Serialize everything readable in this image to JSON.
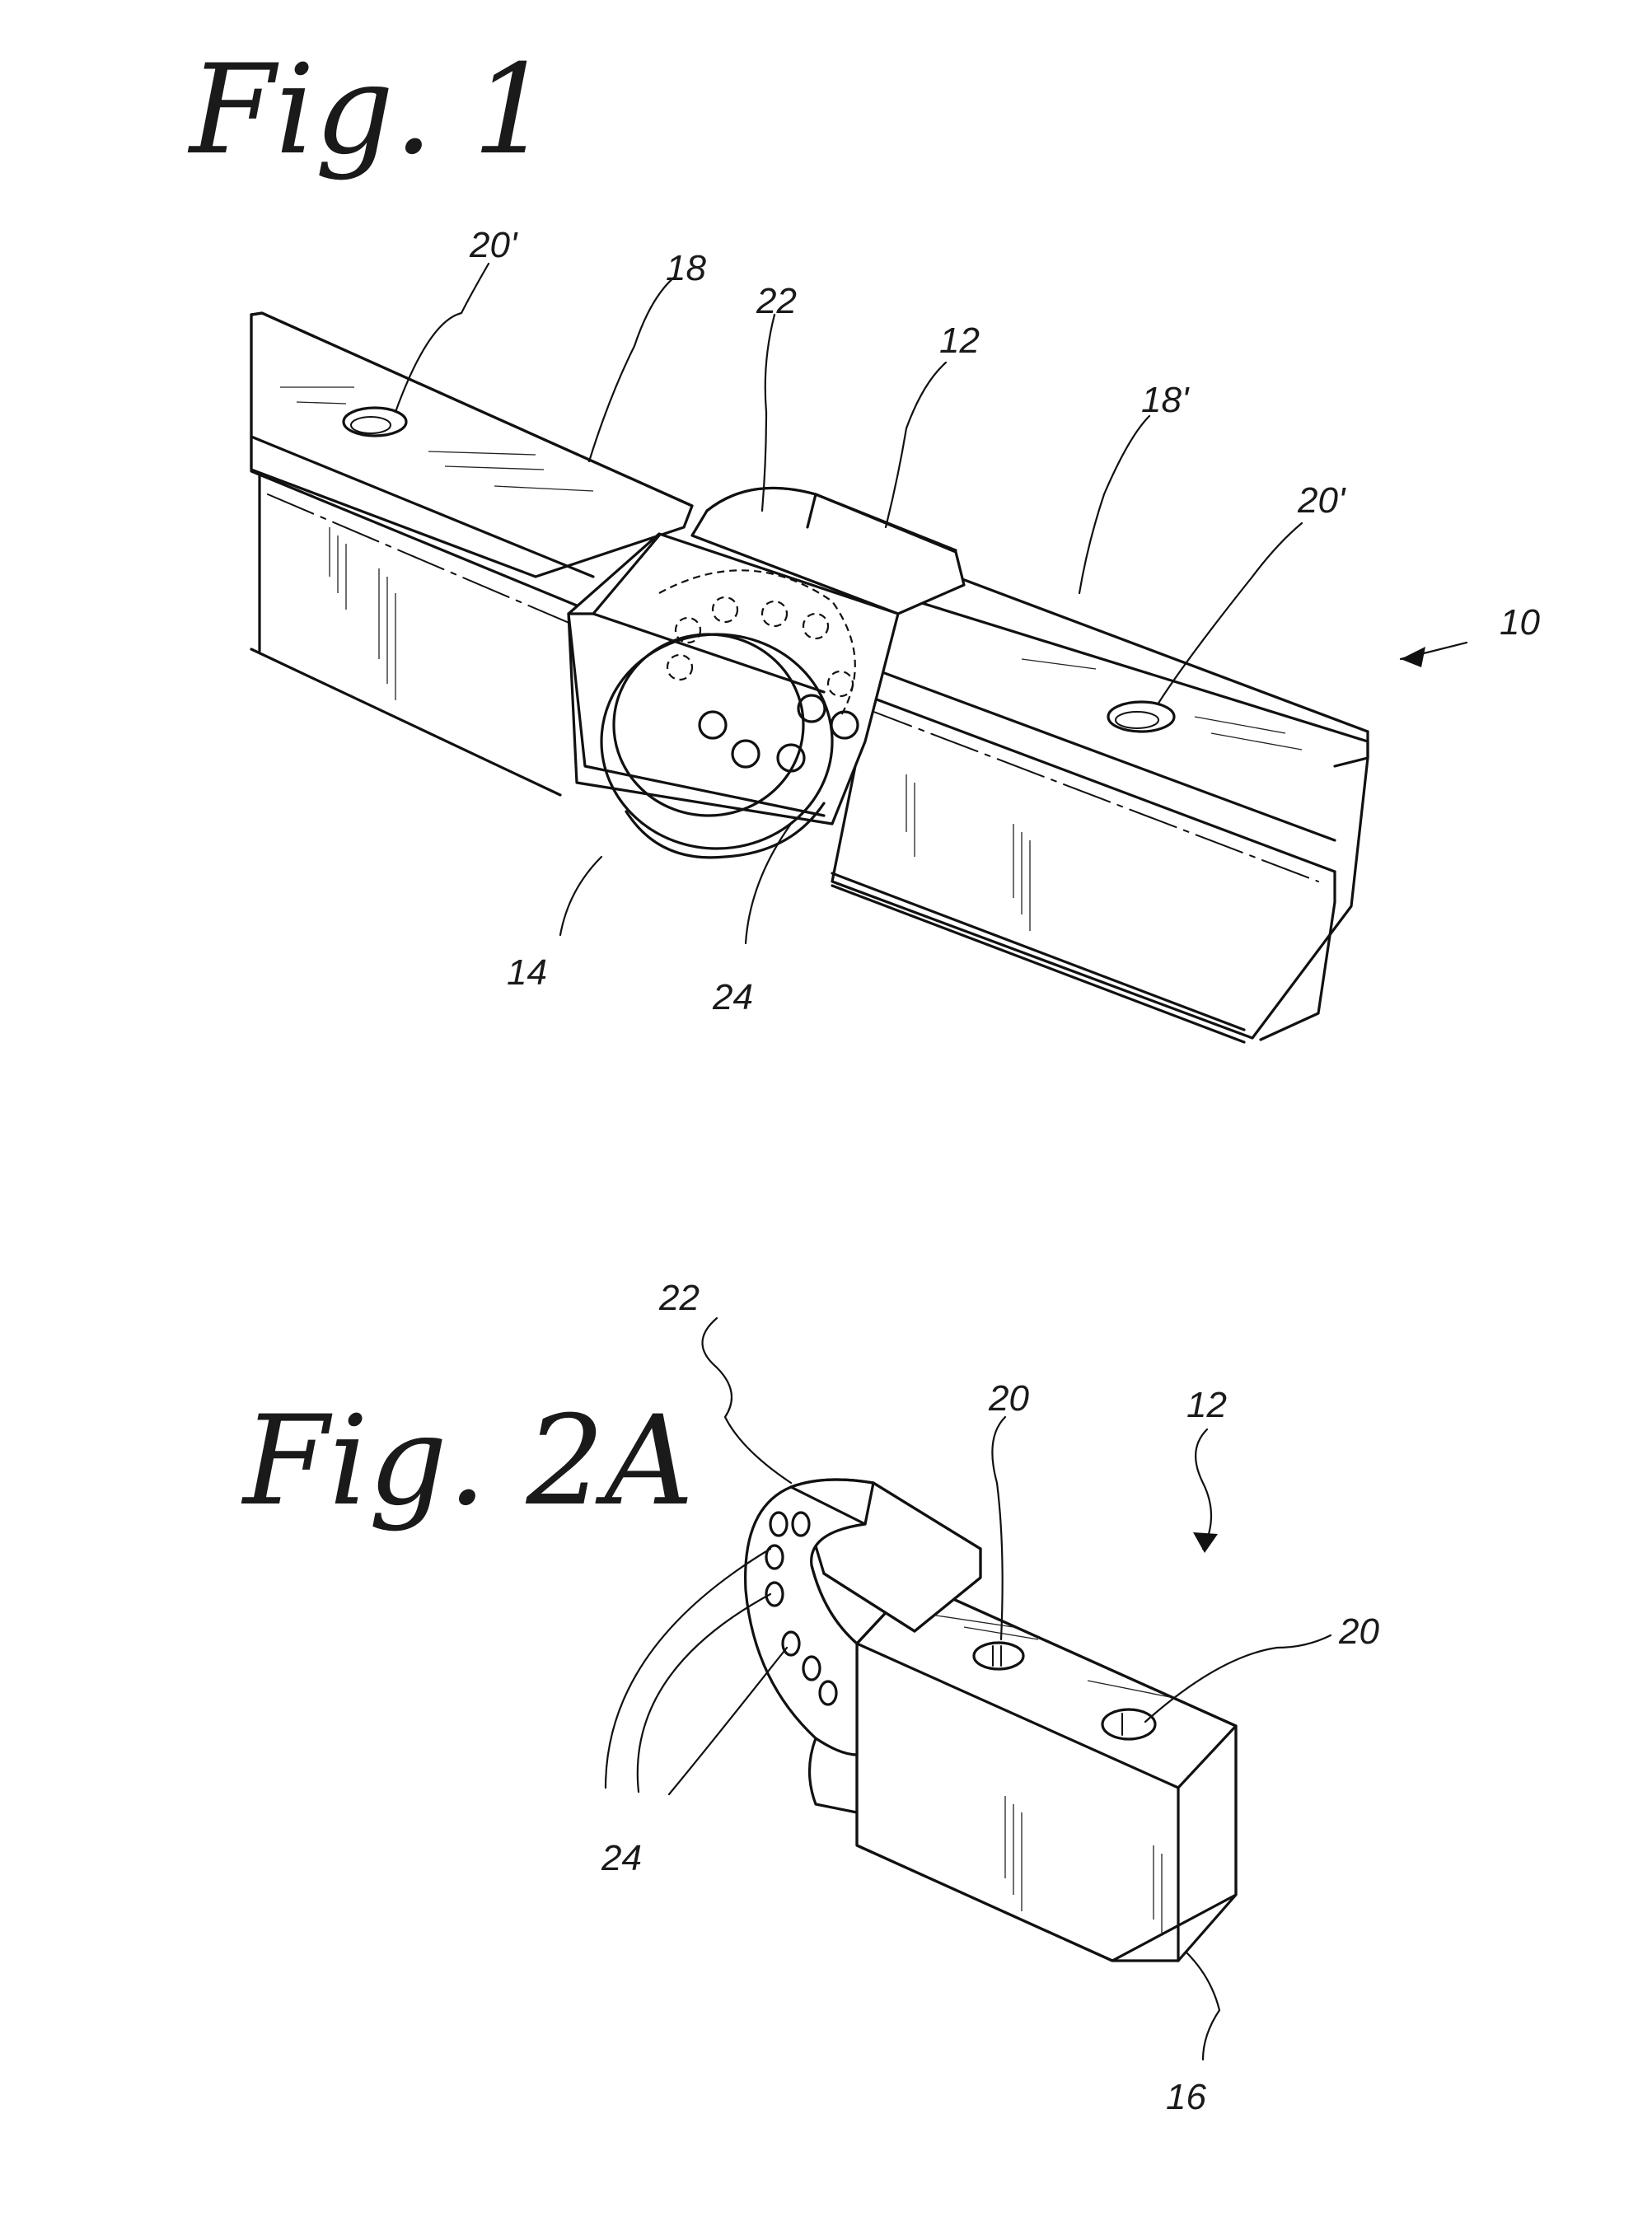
{
  "figures": [
    {
      "id": "fig1",
      "title": "Fig. 1",
      "labels": {
        "l20a": "20'",
        "l18": "18",
        "l22": "22",
        "l12": "12",
        "l18b": "18'",
        "l20b": "20'",
        "l10": "10",
        "l14": "14",
        "l24": "24"
      }
    },
    {
      "id": "fig2a",
      "title": "Fig. 2A",
      "labels": {
        "l22": "22",
        "l20a": "20",
        "l12": "12",
        "l20b": "20",
        "l24": "24",
        "l16": "16"
      }
    }
  ]
}
